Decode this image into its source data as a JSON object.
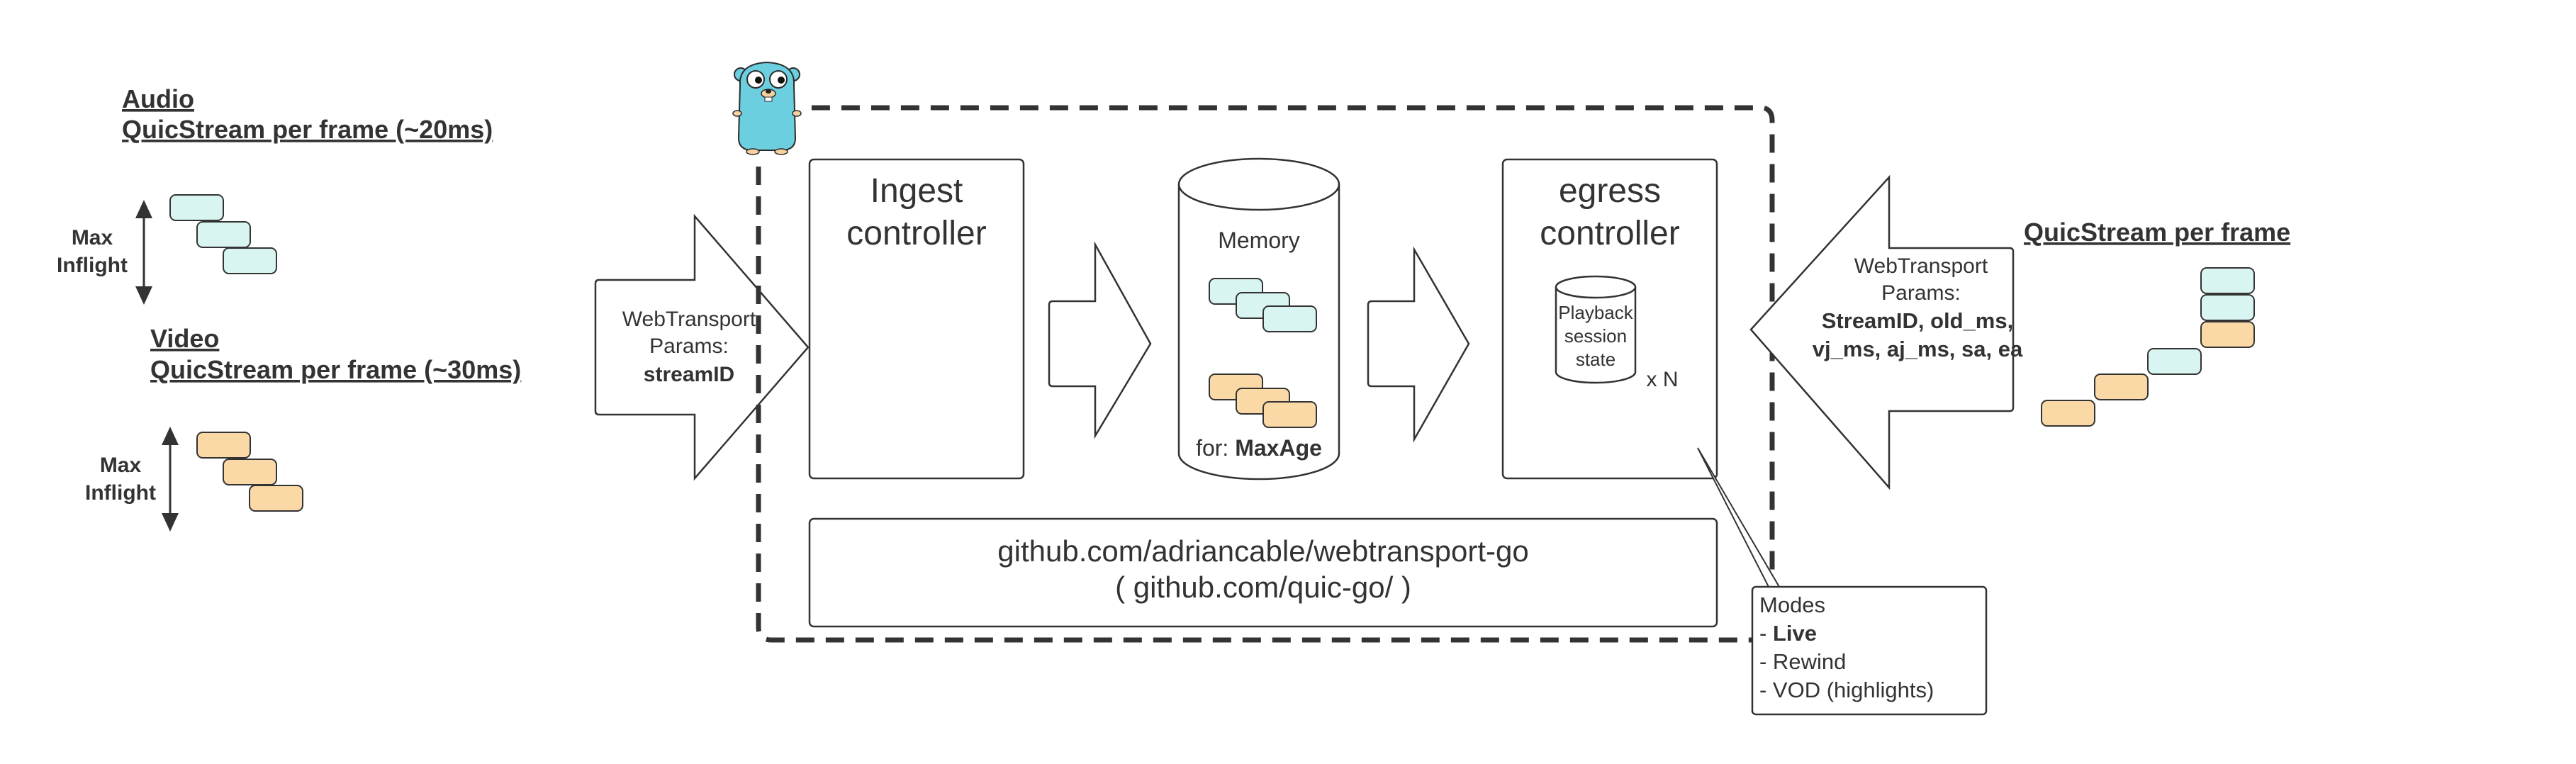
{
  "audio": {
    "title": "Audio",
    "subtitle": "QuicStream per frame (~20ms)",
    "inflight_line1": "Max",
    "inflight_line2": "Inflight"
  },
  "video": {
    "title": "Video",
    "subtitle": "QuicStream per frame (~30ms)",
    "inflight_line1": "Max",
    "inflight_line2": "Inflight"
  },
  "ingest_arrow": {
    "line1": "WebTransport",
    "line2": "Params:",
    "line3": "streamID"
  },
  "ingest_controller": {
    "line1": "Ingest",
    "line2": "controller"
  },
  "memory": {
    "label": "Memory",
    "for_prefix": "for: ",
    "for_value": "MaxAge"
  },
  "egress_controller": {
    "line1": "egress",
    "line2": "controller",
    "session_line1": "Playback",
    "session_line2": "session",
    "session_line3": "state",
    "multiplier": "x N"
  },
  "egress_arrow": {
    "line1": "WebTransport",
    "line2": "Params:",
    "line3": "StreamID, old_ms,",
    "line4": "vj_ms, aj_ms, sa, ea"
  },
  "right_label": "QuicStream per frame",
  "library": {
    "line1": "github.com/adriancable/webtransport-go",
    "line2": "( github.com/quic-go/ )"
  },
  "modes": {
    "title": "Modes",
    "item1_prefix": "- ",
    "item1": "Live",
    "item2": "- Rewind",
    "item3": "- VOD (highlights)"
  },
  "colors": {
    "audio_frame": "#d9f5f1",
    "video_frame": "#fbd9a6",
    "stroke": "#333333",
    "gopher": "#6ccfe0"
  },
  "icons": [
    "gopher-mascot"
  ]
}
